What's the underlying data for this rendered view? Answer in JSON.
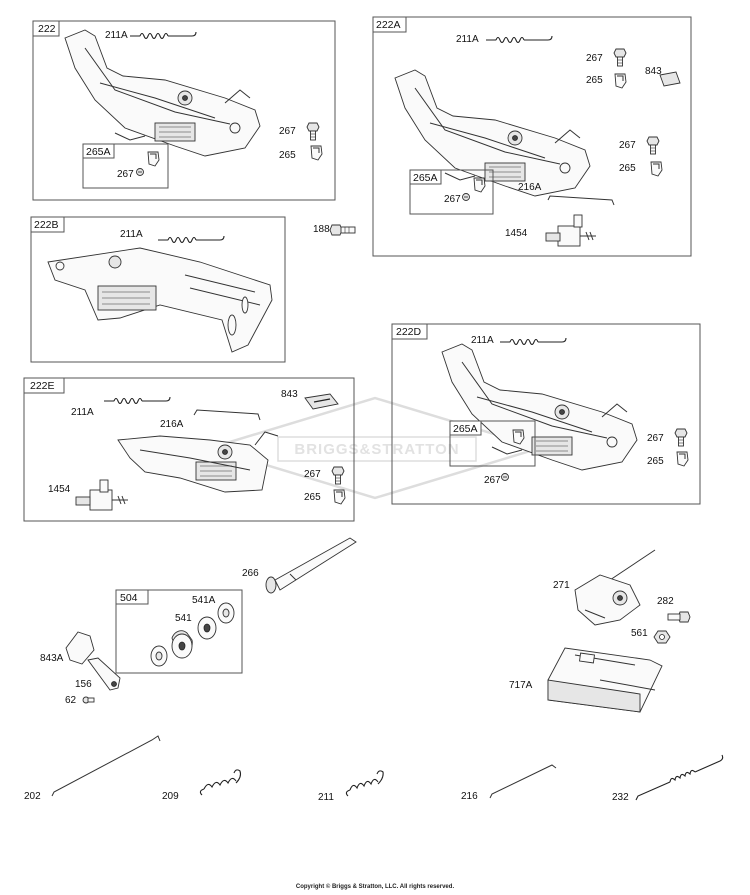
{
  "boxes": {
    "g222": "222",
    "g222A": "222A",
    "g222B": "222B",
    "g222D": "222D",
    "g222E": "222E",
    "g504": "504",
    "sub222": "265A",
    "sub222A": "265A",
    "sub222D": "265A"
  },
  "labels": {
    "l211A_222": "211A",
    "l267_222": "267",
    "l265_222": "265",
    "l267_222s": "267",
    "l211A_222A": "211A",
    "l267_222A_top": "267",
    "l265_222A_top": "265",
    "l843_222A": "843",
    "l267_222A_mid": "267",
    "l265_222A_mid": "265",
    "l267_222As": "267",
    "l216A_222A": "216A",
    "l1454_222A": "1454",
    "l211A_222B": "211A",
    "l188": "188",
    "l211A_222D": "211A",
    "l267_222D": "267",
    "l265_222D": "265",
    "l267_222Ds": "267",
    "l843_222E": "843",
    "l211A_222E": "211A",
    "l216A_222E": "216A",
    "l267_222E": "267",
    "l265_222E": "265",
    "l1454_222E": "1454",
    "l266": "266",
    "l541A": "541A",
    "l541": "541",
    "l843A": "843A",
    "l156": "156",
    "l62": "62",
    "l271": "271",
    "l282": "282",
    "l561": "561",
    "l717A": "717A",
    "l202": "202",
    "l209": "209",
    "l211": "211",
    "l216": "216",
    "l232": "232"
  },
  "watermark": "BRIGGS&STRATTON",
  "copyright": "Copyright © Briggs & Stratton, LLC. All rights reserved."
}
